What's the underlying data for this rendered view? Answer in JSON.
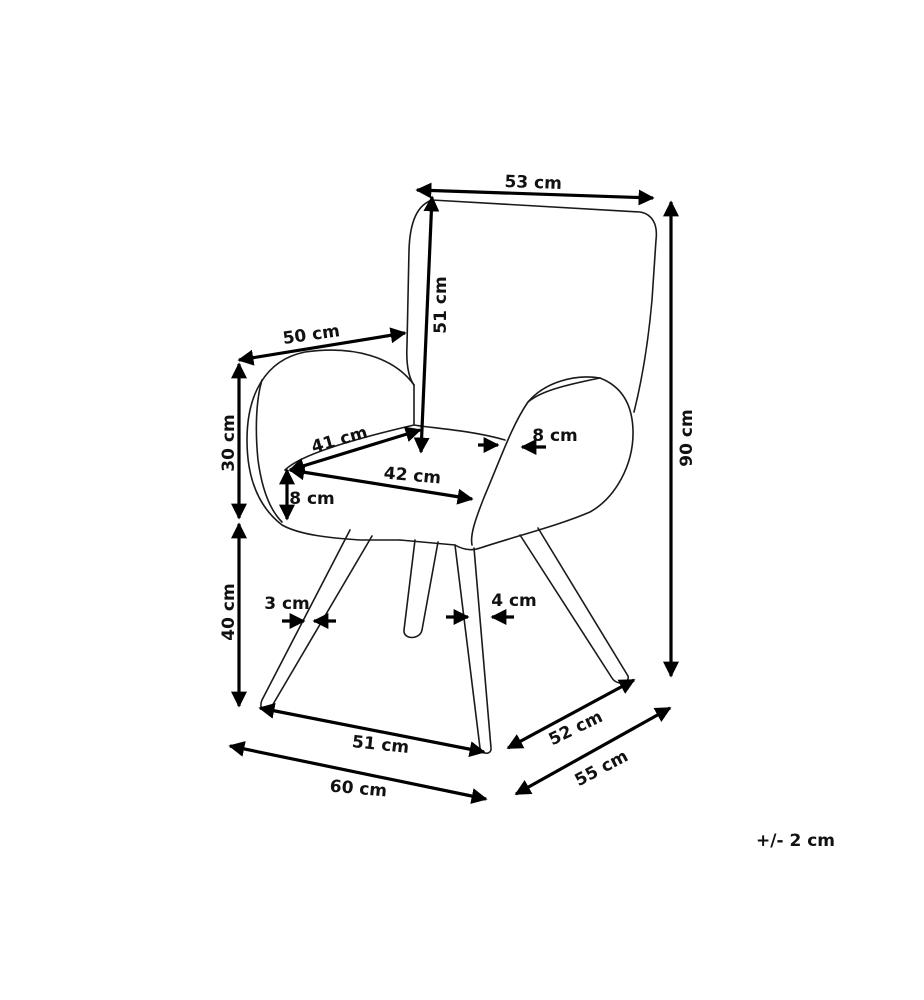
{
  "dimensions": {
    "back_width": "53 cm",
    "back_height": "51 cm",
    "total_height": "90 cm",
    "arm_depth": "50 cm",
    "arm_height": "30 cm",
    "seat_depth": "41 cm",
    "seat_width": "42 cm",
    "arm_thickness_right": "8 cm",
    "arm_thickness_left": "8 cm",
    "leg_height": "40 cm",
    "leg_width_front": "3 cm",
    "leg_width_back": "4 cm",
    "base_width": "51 cm",
    "base_depth": "52 cm",
    "overall_width": "60 cm",
    "overall_depth": "55 cm"
  },
  "tolerance": "+/- 2 cm"
}
